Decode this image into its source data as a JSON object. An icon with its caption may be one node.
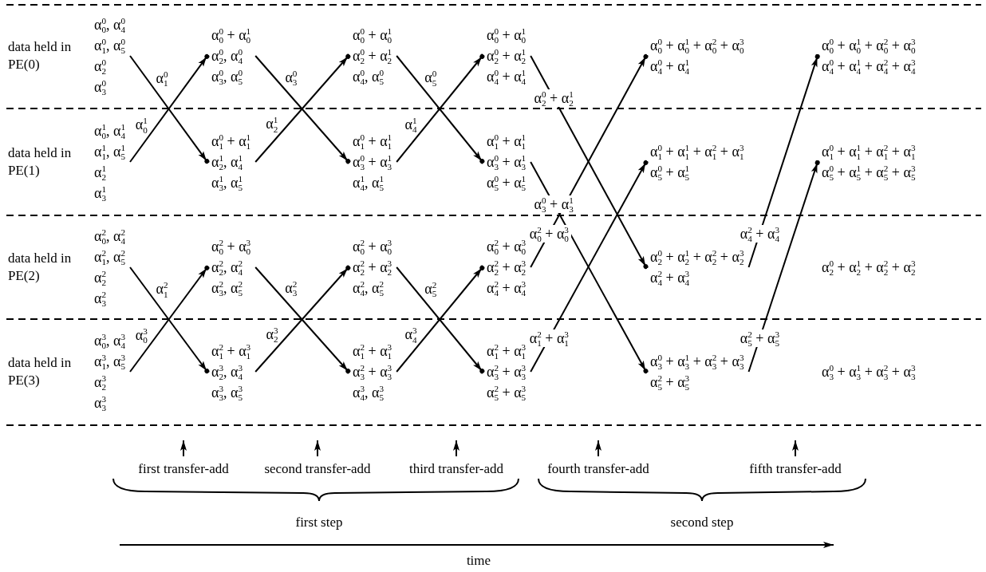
{
  "diagram": {
    "nodes": [
      {
        "text": [
          "α$^{0}$$_{0}$, α$^{0}$$_{4}$",
          "α$^{0}$$_{1}$, α$^{0}$$_{5}$",
          "α$^{0}$$_{2}$",
          "α$^{0}$$_{3}$"
        ]
      },
      {
        "text": [
          "α$^{0}$$_{0}$ + α$^{1}$$_{0}$",
          "α$^{0}$$_{2}$, α$^{0}$$_{4}$",
          "α$^{0}$$_{3}$, α$^{0}$$_{5}$"
        ]
      },
      {
        "text": [
          "α$^{0}$$_{0}$ + α$^{1}$$_{0}$",
          "α$^{0}$$_{2}$ + α$^{1}$$_{2}$",
          "α$^{0}$$_{4}$, α$^{0}$$_{5}$"
        ]
      },
      {
        "text": [
          "α$^{0}$$_{0}$ + α$^{1}$$_{0}$",
          "α$^{0}$$_{2}$ + α$^{1}$$_{2}$",
          "α$^{0}$$_{4}$ + α$^{1}$$_{4}$"
        ]
      },
      {
        "text": [
          "α$^{0}$$_{0}$ + α$^{1}$$_{0}$ + α$^{2}$$_{0}$ + α$^{3}$$_{0}$",
          "α$^{0}$$_{4}$ + α$^{1}$$_{4}$"
        ]
      },
      {
        "text": [
          "α$^{0}$$_{0}$ + α$^{1}$$_{0}$ + α$^{2}$$_{0}$ + α$^{3}$$_{0}$",
          "α$^{0}$$_{4}$ + α$^{1}$$_{4}$ + α$^{2}$$_{4}$ + α$^{3}$$_{4}$"
        ]
      },
      {
        "text": [
          "α$^{1}$$_{0}$, α$^{1}$$_{4}$",
          "α$^{1}$$_{1}$, α$^{1}$$_{5}$",
          "α$^{1}$$_{2}$",
          "α$^{1}$$_{3}$"
        ]
      },
      {
        "text": [
          "α$^{0}$$_{1}$ + α$^{1}$$_{1}$",
          "α$^{1}$$_{2}$, α$^{1}$$_{4}$",
          "α$^{1}$$_{3}$, α$^{1}$$_{5}$"
        ]
      },
      {
        "text": [
          "α$^{0}$$_{1}$ + α$^{1}$$_{1}$",
          "α$^{0}$$_{3}$ + α$^{1}$$_{3}$",
          "α$^{1}$$_{4}$, α$^{1}$$_{5}$"
        ]
      },
      {
        "text": [
          "α$^{0}$$_{1}$ + α$^{1}$$_{1}$",
          "α$^{0}$$_{3}$ + α$^{1}$$_{3}$",
          "α$^{0}$$_{5}$ + α$^{1}$$_{5}$"
        ]
      },
      {
        "text": [
          "α$^{0}$$_{1}$ + α$^{1}$$_{1}$ + α$^{2}$$_{1}$ + α$^{3}$$_{1}$",
          "α$^{0}$$_{5}$ + α$^{1}$$_{5}$"
        ]
      },
      {
        "text": [
          "α$^{0}$$_{1}$ + α$^{1}$$_{1}$ + α$^{2}$$_{1}$ + α$^{3}$$_{1}$",
          "α$^{0}$$_{5}$ + α$^{1}$$_{5}$ + α$^{2}$$_{5}$ + α$^{3}$$_{5}$"
        ]
      },
      {
        "text": [
          "α$^{2}$$_{0}$, α$^{2}$$_{4}$",
          "α$^{2}$$_{1}$, α$^{2}$$_{5}$",
          "α$^{2}$$_{2}$",
          "α$^{2}$$_{3}$"
        ]
      },
      {
        "text": [
          "α$^{2}$$_{0}$ + α$^{3}$$_{0}$",
          "α$^{2}$$_{2}$, α$^{2}$$_{4}$",
          "α$^{2}$$_{3}$, α$^{2}$$_{5}$"
        ]
      },
      {
        "text": [
          "α$^{2}$$_{0}$ + α$^{3}$$_{0}$",
          "α$^{2}$$_{2}$ + α$^{3}$$_{2}$",
          "α$^{2}$$_{4}$, α$^{2}$$_{5}$"
        ]
      },
      {
        "text": [
          "α$^{2}$$_{0}$ + α$^{3}$$_{0}$",
          "α$^{2}$$_{2}$ + α$^{3}$$_{2}$",
          "α$^{2}$$_{4}$ + α$^{3}$$_{4}$"
        ]
      },
      {
        "text": [
          "α$^{0}$$_{2}$ + α$^{1}$$_{2}$ + α$^{2}$$_{2}$ + α$^{3}$$_{2}$",
          "α$^{2}$$_{4}$ + α$^{3}$$_{4}$"
        ]
      },
      {
        "text": [
          "α$^{0}$$_{2}$ + α$^{1}$$_{2}$ + α$^{2}$$_{2}$ + α$^{3}$$_{2}$"
        ]
      },
      {
        "text": [
          "α$^{3}$$_{0}$, α$^{3}$$_{4}$",
          "α$^{3}$$_{1}$, α$^{3}$$_{5}$",
          "α$^{3}$$_{2}$",
          "α$^{3}$$_{3}$"
        ]
      },
      {
        "text": [
          "α$^{2}$$_{1}$ + α$^{3}$$_{1}$",
          "α$^{3}$$_{2}$, α$^{3}$$_{4}$",
          "α$^{3}$$_{3}$, α$^{3}$$_{5}$"
        ]
      },
      {
        "text": [
          "α$^{2}$$_{1}$ + α$^{3}$$_{1}$",
          "α$^{2}$$_{3}$ + α$^{3}$$_{3}$",
          "α$^{3}$$_{4}$, α$^{3}$$_{5}$"
        ]
      },
      {
        "text": [
          "α$^{2}$$_{1}$ + α$^{3}$$_{1}$",
          "α$^{2}$$_{3}$ + α$^{3}$$_{3}$",
          "α$^{2}$$_{5}$ + α$^{3}$$_{5}$"
        ]
      },
      {
        "text": [
          "α$^{0}$$_{3}$ + α$^{1}$$_{3}$ + α$^{2}$$_{3}$ + α$^{3}$$_{3}$",
          "α$^{2}$$_{5}$ + α$^{3}$$_{5}$"
        ]
      },
      {
        "text": [
          "α$^{0}$$_{3}$ + α$^{1}$$_{3}$ + α$^{2}$$_{3}$ + α$^{3}$$_{3}$"
        ]
      }
    ],
    "edges": [
      {
        "from": 0,
        "to": 7,
        "arrow": "to",
        "label": "α$^{0}$$_{1}$"
      },
      {
        "from": 6,
        "to": 1,
        "arrow": "to",
        "label": "α$^{1}$$_{0}$"
      },
      {
        "from": 12,
        "to": 19,
        "arrow": "to",
        "label": "α$^{2}$$_{1}$"
      },
      {
        "from": 18,
        "to": 13,
        "arrow": "to",
        "label": "α$^{3}$$_{0}$"
      },
      {
        "from": 1,
        "to": 8,
        "arrow": "to",
        "label": "α$^{0}$$_{3}$"
      },
      {
        "from": 7,
        "to": 2,
        "arrow": "to",
        "label": "α$^{1}$$_{2}$"
      },
      {
        "from": 13,
        "to": 20,
        "arrow": "to",
        "label": "α$^{2}$$_{3}$"
      },
      {
        "from": 19,
        "to": 14,
        "arrow": "to",
        "label": "α$^{3}$$_{2}$"
      },
      {
        "from": 2,
        "to": 9,
        "arrow": "to",
        "label": "α$^{0}$$_{5}$"
      },
      {
        "from": 8,
        "to": 3,
        "arrow": "to",
        "label": "α$^{1}$$_{4}$"
      },
      {
        "from": 14,
        "to": 21,
        "arrow": "to",
        "label": "α$^{2}$$_{5}$"
      },
      {
        "from": 20,
        "to": 15,
        "arrow": "to",
        "label": "α$^{3}$$_{4}$"
      },
      {
        "from": 3,
        "to": 16,
        "arrow": "to",
        "label": "α$^{0}$$_{2}$ + α$^{1}$$_{2}$"
      },
      {
        "from": 9,
        "to": 22,
        "arrow": "to",
        "label": "α$^{0}$$_{3}$ + α$^{1}$$_{3}$"
      },
      {
        "from": 15,
        "to": 4,
        "arrow": "to",
        "label": "α$^{2}$$_{0}$ + α$^{3}$$_{0}$"
      },
      {
        "from": 21,
        "to": 10,
        "arrow": "to",
        "label": "α$^{2}$$_{1}$ + α$^{3}$$_{1}$"
      },
      {
        "from": 16,
        "to": 5,
        "arrow": "to",
        "label": "α$^{2}$$_{4}$ + α$^{3}$$_{4}$"
      },
      {
        "from": 22,
        "to": 11,
        "arrow": "to",
        "label": "α$^{2}$$_{5}$ + α$^{3}$$_{5}$"
      }
    ],
    "labels": [
      "data held in PE(0)",
      "data held in PE(1)",
      "data held in PE(2)",
      "data held in PE(3)",
      "first transfer-add",
      "second transfer-add",
      "third transfer-add",
      "fourth transfer-add",
      "fifth transfer-add",
      "first step",
      "second step",
      "time"
    ]
  }
}
